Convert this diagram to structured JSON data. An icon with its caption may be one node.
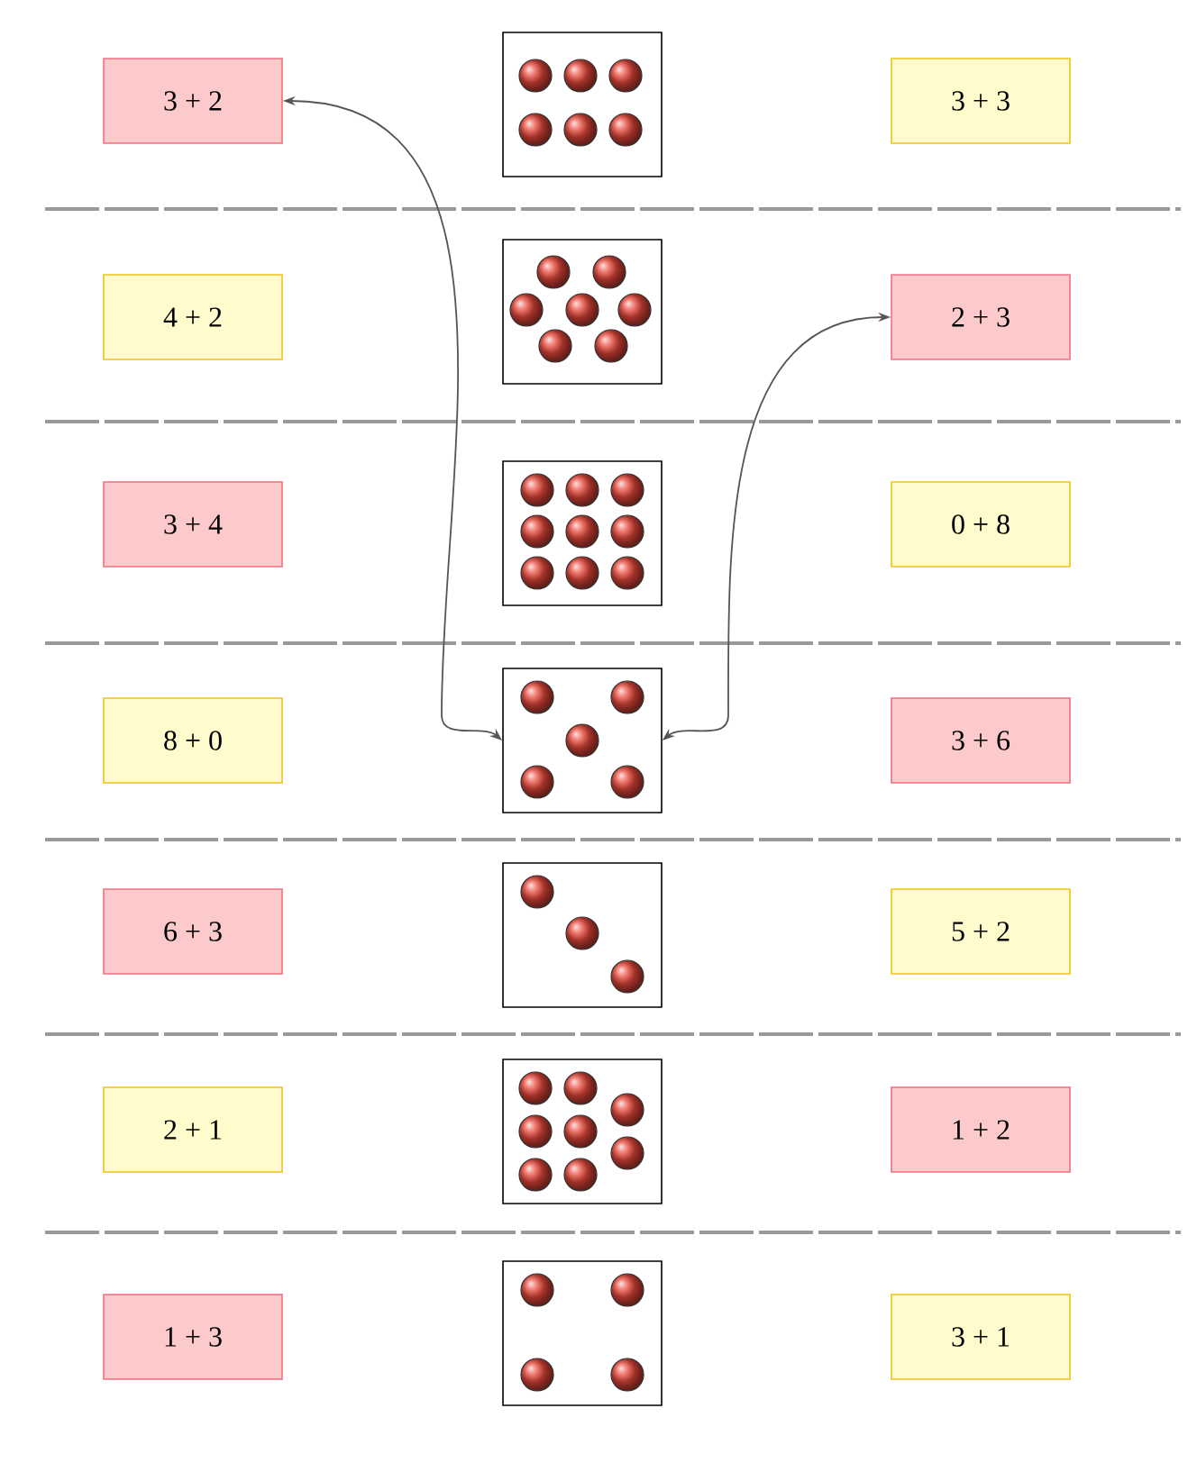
{
  "diagram": {
    "nodes": [
      {
        "text": [
          "3 + 2"
        ]
      },
      {
        "text": [],
        "shape": "box"
      },
      {
        "text": [
          "3 + 3"
        ]
      },
      {
        "text": [
          "4 + 2"
        ]
      },
      {
        "text": [],
        "shape": "box"
      },
      {
        "text": [
          "2 + 3"
        ]
      },
      {
        "text": [
          "3 + 4"
        ]
      },
      {
        "text": [],
        "shape": "box"
      },
      {
        "text": [
          "0 + 8"
        ]
      },
      {
        "text": [
          "8 + 0"
        ]
      },
      {
        "text": [],
        "shape": "box"
      },
      {
        "text": [
          "3 + 6"
        ]
      },
      {
        "text": [
          "6 + 3"
        ]
      },
      {
        "text": [],
        "shape": "box"
      },
      {
        "text": [
          "5 + 2"
        ]
      },
      {
        "text": [
          "2 + 1"
        ]
      },
      {
        "text": [],
        "shape": "box"
      },
      {
        "text": [
          "1 + 2"
        ]
      },
      {
        "text": [
          "1 + 3"
        ]
      },
      {
        "text": [],
        "shape": "box"
      },
      {
        "text": [
          "3 + 1"
        ]
      }
    ],
    "edges": [
      {
        "from": 10,
        "to": 0,
        "arrow": "both"
      },
      {
        "from": 10,
        "to": 5,
        "arrow": "both"
      }
    ]
  }
}
